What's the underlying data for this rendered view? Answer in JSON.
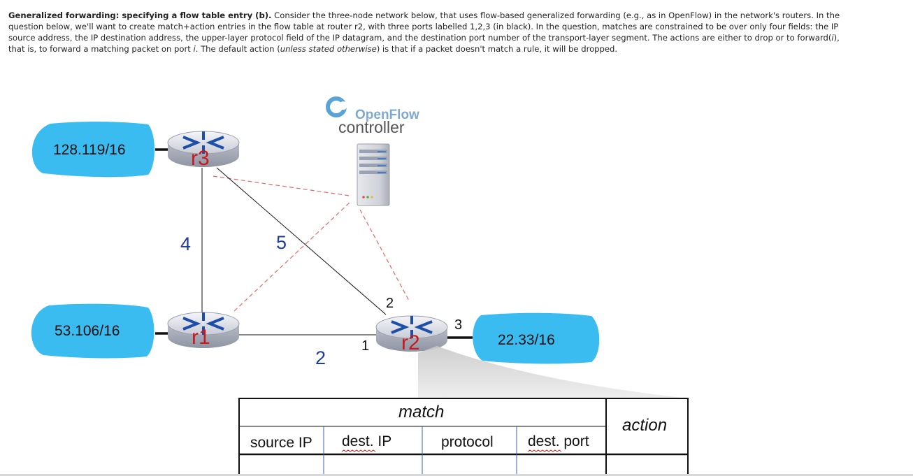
{
  "question": {
    "title": "Generalized forwarding: specifying a flow table entry (b).",
    "body_part1": " Consider the three-node network below, that uses flow-based generalized forwarding (e.g., as in OpenFlow) in the network's routers.  In the question below, we'll want to create match+action entries in the flow table at router r2, with three ports labelled 1,2,3 (in black).  In the question, matches are constrained to be over only four fields: the IP source address, the IP destination address, the upper-layer protocol field of the IP datagram, and the destination port number of the transport-layer segment. The actions are either to drop or to forward(",
    "body_i1": "i",
    "body_part2": "), that is, to forward a matching packet on port ",
    "body_i2": "i",
    "body_part3": ". The default action (",
    "body_i3": "unless stated otherwise",
    "body_part4": ") is that if a packet doesn't match a rule, it will be dropped."
  },
  "controller": {
    "logo_text": "OpenFlow",
    "label": "controller"
  },
  "routers": {
    "r1": "r1",
    "r2": "r2",
    "r3": "r3"
  },
  "networks": {
    "net_r3": "128.119/16",
    "net_r1": "53.106/16",
    "net_r2": "22.33/16"
  },
  "link_costs": {
    "r1_r3": "4",
    "r3_r2": "5",
    "r1_r2": "2"
  },
  "ports": {
    "p1": "1",
    "p2": "2",
    "p3": "3"
  },
  "flow_table": {
    "match_header": "match",
    "action_header": "action",
    "columns": [
      "source IP",
      "dest. IP",
      "protocol",
      "dest. port"
    ]
  },
  "colors": {
    "cloud": "#3bbcf0",
    "router_label": "#c8191e",
    "link_cost": "#1f3d9c",
    "control_line": "#e06a6a"
  }
}
